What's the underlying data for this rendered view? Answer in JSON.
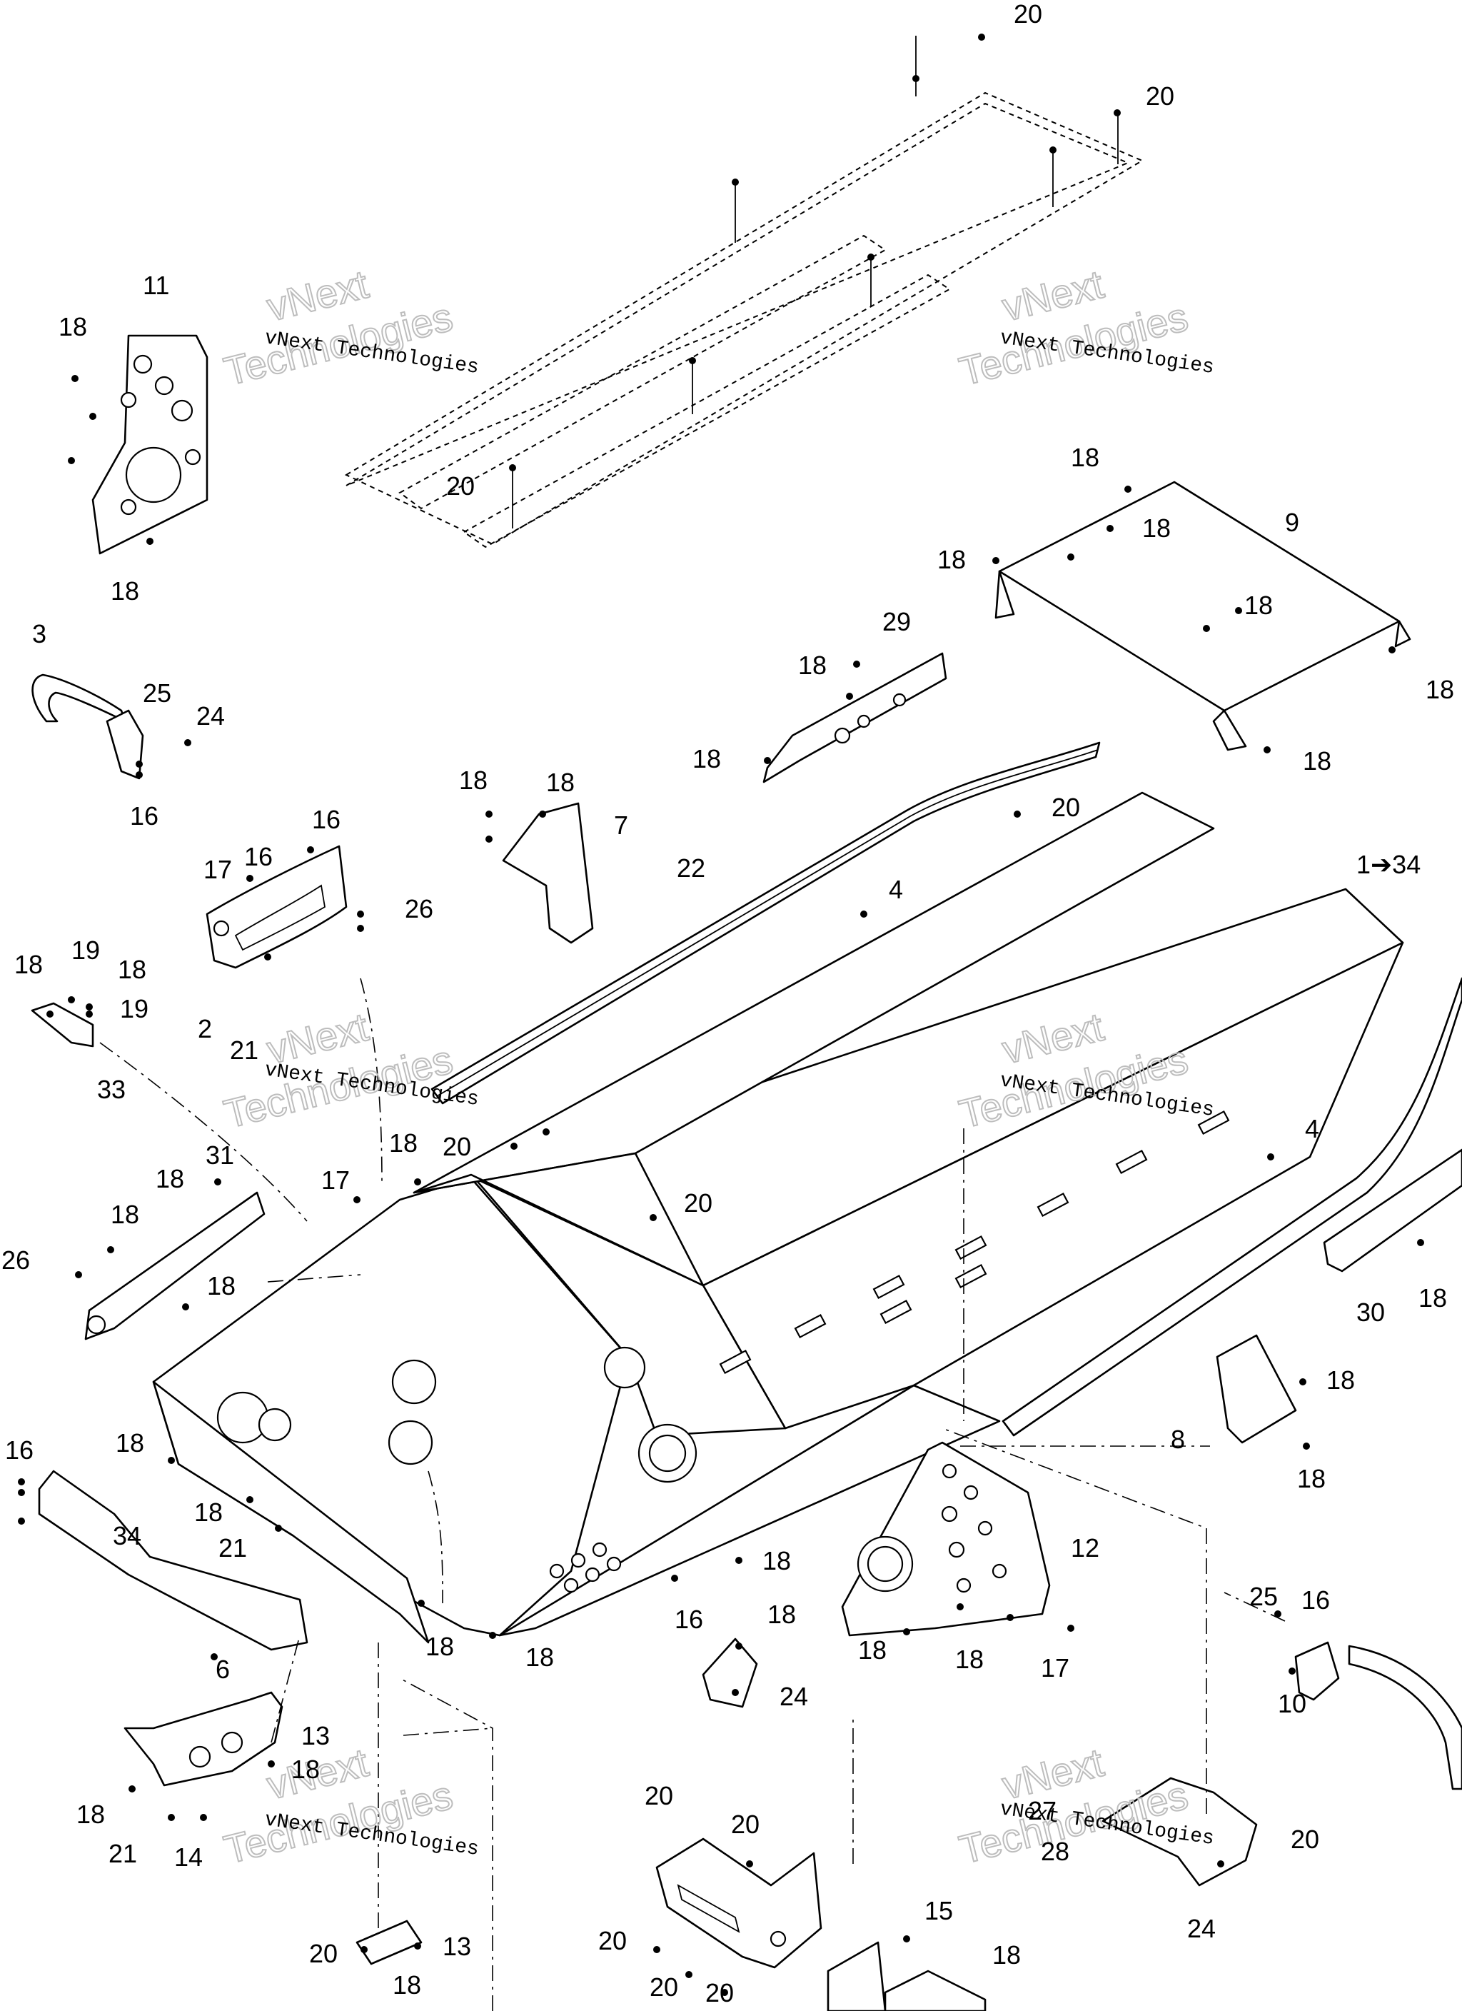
{
  "watermark": {
    "line1": "vNext",
    "line2": "Technologies",
    "line_small": "vNext Technologies"
  },
  "callouts": [
    {
      "n": "20"
    },
    {
      "n": "20"
    },
    {
      "n": "20"
    },
    {
      "n": "11"
    },
    {
      "n": "18"
    },
    {
      "n": "18"
    },
    {
      "n": "18"
    },
    {
      "n": "9"
    },
    {
      "n": "18"
    },
    {
      "n": "18"
    },
    {
      "n": "18"
    },
    {
      "n": "18"
    },
    {
      "n": "18"
    },
    {
      "n": "3"
    },
    {
      "n": "25"
    },
    {
      "n": "24"
    },
    {
      "n": "16"
    },
    {
      "n": "29"
    },
    {
      "n": "18"
    },
    {
      "n": "18"
    },
    {
      "n": "18"
    },
    {
      "n": "18"
    },
    {
      "n": "7"
    },
    {
      "n": "20"
    },
    {
      "n": "16"
    },
    {
      "n": "16"
    },
    {
      "n": "17"
    },
    {
      "n": "26"
    },
    {
      "n": "22"
    },
    {
      "n": "4"
    },
    {
      "n": "1➔34"
    },
    {
      "n": "18"
    },
    {
      "n": "19"
    },
    {
      "n": "18"
    },
    {
      "n": "19"
    },
    {
      "n": "2"
    },
    {
      "n": "21"
    },
    {
      "n": "33"
    },
    {
      "n": "18"
    },
    {
      "n": "20"
    },
    {
      "n": "20"
    },
    {
      "n": "4"
    },
    {
      "n": "31"
    },
    {
      "n": "18"
    },
    {
      "n": "17"
    },
    {
      "n": "18"
    },
    {
      "n": "26"
    },
    {
      "n": "18"
    },
    {
      "n": "30"
    },
    {
      "n": "18"
    },
    {
      "n": "18"
    },
    {
      "n": "8"
    },
    {
      "n": "18"
    },
    {
      "n": "16"
    },
    {
      "n": "18"
    },
    {
      "n": "18"
    },
    {
      "n": "21"
    },
    {
      "n": "34"
    },
    {
      "n": "12"
    },
    {
      "n": "18"
    },
    {
      "n": "16"
    },
    {
      "n": "18"
    },
    {
      "n": "18"
    },
    {
      "n": "18"
    },
    {
      "n": "18"
    },
    {
      "n": "17"
    },
    {
      "n": "6"
    },
    {
      "n": "18"
    },
    {
      "n": "24"
    },
    {
      "n": "25"
    },
    {
      "n": "16"
    },
    {
      "n": "10"
    },
    {
      "n": "13"
    },
    {
      "n": "18"
    },
    {
      "n": "18"
    },
    {
      "n": "21"
    },
    {
      "n": "14"
    },
    {
      "n": "20"
    },
    {
      "n": "20"
    },
    {
      "n": "27"
    },
    {
      "n": "28"
    },
    {
      "n": "20"
    },
    {
      "n": "24"
    },
    {
      "n": "20"
    },
    {
      "n": "15"
    },
    {
      "n": "18"
    },
    {
      "n": "20"
    },
    {
      "n": "20"
    },
    {
      "n": "20"
    },
    {
      "n": "13"
    },
    {
      "n": "18"
    }
  ]
}
